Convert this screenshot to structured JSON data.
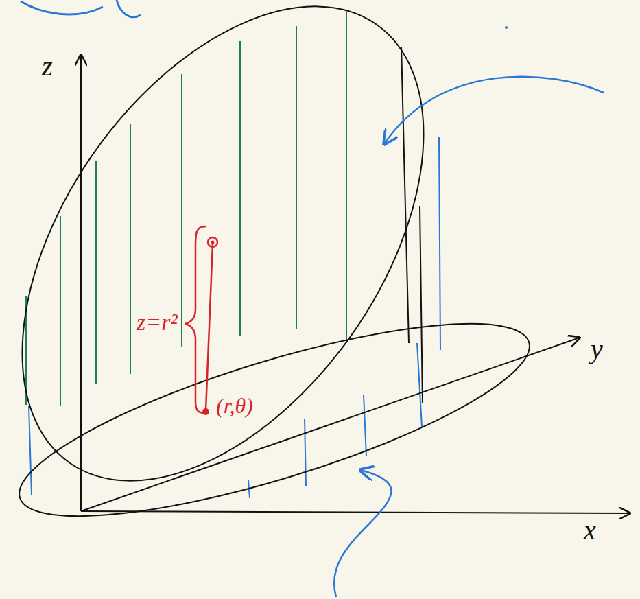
{
  "diagram": {
    "labels": [
      "z",
      "y",
      "x",
      "z=r²",
      "(r,θ)"
    ]
  }
}
